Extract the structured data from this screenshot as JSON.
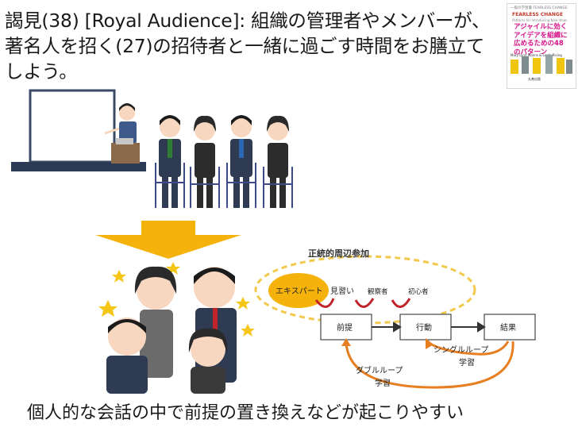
{
  "title": "謁見(38) [Royal Audience]: 組織の管理者やメンバーが、著名人を招く(27)の招待者と一緒に過ごす時間をお膳立てしよう。",
  "caption": "個人的な会話の中で前提の置き換えなどが起こりやすい",
  "book_cover": {
    "series": "一般の学習書 FEARLESS CHANGE",
    "title_en": "FEARLESS CHANGE",
    "subtitle_en": "Patterns for Introducing New Ideas",
    "title_ja": "アジャイルに効くアイデアを組織に広めるための48のパターン",
    "authors": "Mary Lynn Manns & Linda Rising",
    "publisher": "丸善出版"
  },
  "diagram": {
    "lpp_label": "正統的周辺参加",
    "roles": [
      "エキスパート",
      "見習い",
      "観察者",
      "初心者"
    ],
    "boxes": [
      "前提",
      "行動",
      "結果"
    ],
    "single_loop": "シングルループ学習",
    "double_loop": "ダブルループ学習"
  },
  "colors": {
    "arrow": "#f5b20b",
    "expert_fill": "#f5b20b",
    "loop": "#e67e22",
    "lpp_dash": "#f2c94c",
    "back_arrow": "#c0242b"
  }
}
